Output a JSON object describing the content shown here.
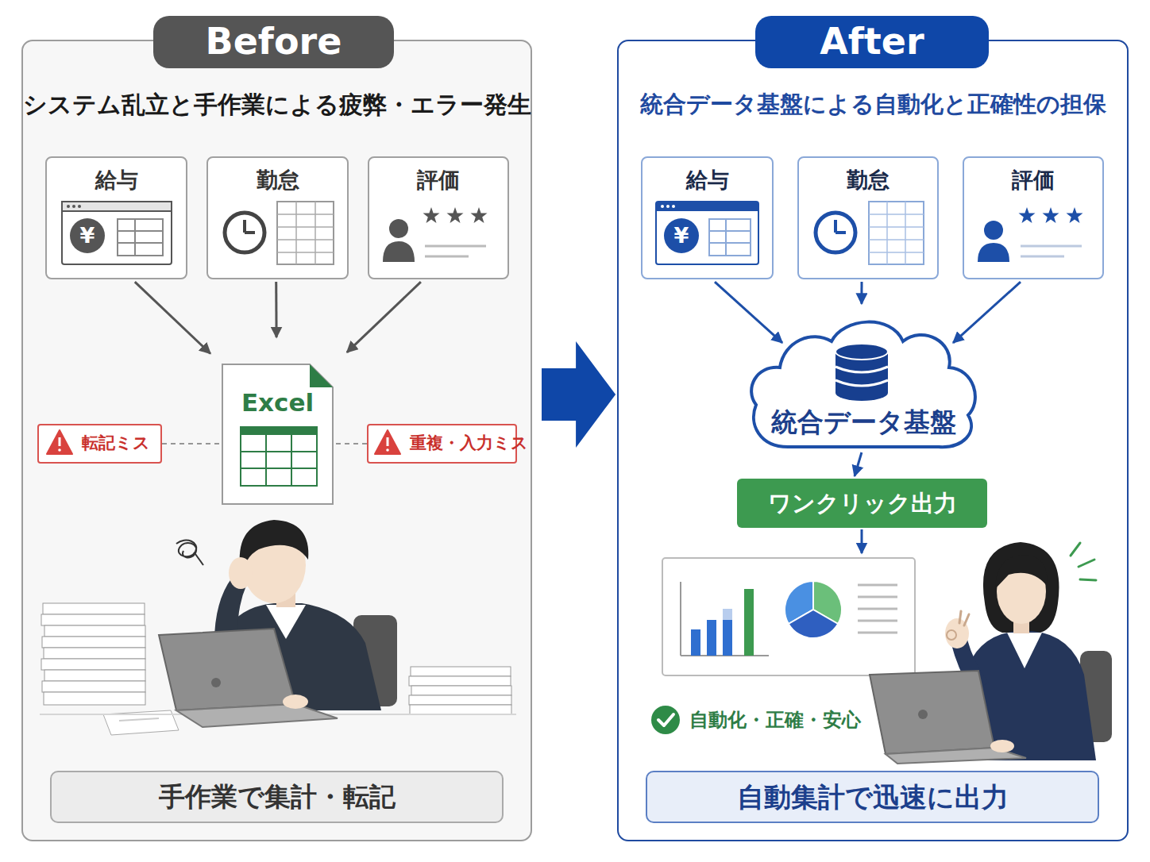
{
  "diagram": {
    "nodes": [
      {
        "text": [
          "システム乱立と手作業による疲弊・エラー発生"
        ]
      },
      {
        "text": [
          "Before"
        ],
        "in": 0
      },
      {
        "text": [
          "給与"
        ],
        "in": 0
      },
      {
        "text": [
          "勤怠"
        ],
        "in": 0
      },
      {
        "text": [
          "評価"
        ],
        "in": 0
      },
      {
        "text": [
          "Excel"
        ],
        "in": 0
      },
      {
        "text": [
          "転記ミス"
        ],
        "in": 0
      },
      {
        "text": [
          "重複・入力ミス"
        ],
        "in": 0
      },
      {
        "text": [
          "手作業で集計・転記"
        ],
        "in": 0
      },
      {
        "text": [
          "統合データ基盤による自動化と正確性の担保"
        ]
      },
      {
        "text": [
          "After"
        ],
        "in": 9
      },
      {
        "text": [
          "給与"
        ],
        "in": 9
      },
      {
        "text": [
          "勤怠"
        ],
        "in": 9
      },
      {
        "text": [
          "評価"
        ],
        "in": 9
      },
      {
        "text": [
          "統合データ基盤"
        ],
        "in": 9
      },
      {
        "text": [
          "ワンクリック出力"
        ],
        "in": 9
      },
      {
        "text": [
          "自動集計で迅速に出力"
        ],
        "in": 9
      }
    ],
    "edges": [
      {
        "from": 2,
        "to": 5,
        "arrow": "to"
      },
      {
        "from": 3,
        "to": 5,
        "arrow": "to"
      },
      {
        "from": 4,
        "to": 5,
        "arrow": "to"
      },
      {
        "from": 6,
        "to": 5,
        "arrow": "none"
      },
      {
        "from": 7,
        "to": 5,
        "arrow": "none"
      },
      {
        "from": 0,
        "to": 9,
        "arrow": "to"
      },
      {
        "from": 11,
        "to": 14,
        "arrow": "to"
      },
      {
        "from": 12,
        "to": 14,
        "arrow": "to"
      },
      {
        "from": 13,
        "to": 14,
        "arrow": "to"
      },
      {
        "from": 14,
        "to": 15,
        "arrow": "to"
      }
    ],
    "labels": [
      "¥",
      "¥",
      "自動化・正確・安心"
    ]
  }
}
